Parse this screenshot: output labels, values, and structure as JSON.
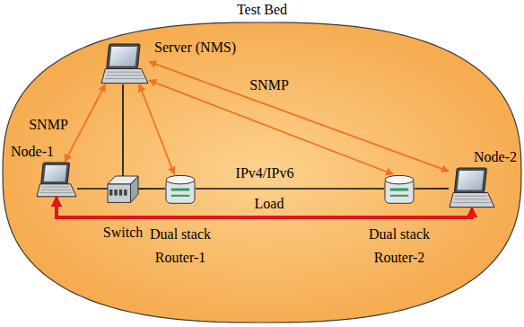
{
  "diagram": {
    "nodes": [
      {
        "text": [
          "Test Bed"
        ]
      },
      {
        "text": [
          "Server (NMS)"
        ],
        "in": 0
      },
      {
        "text": [
          "Node-1"
        ],
        "in": 0
      },
      {
        "text": [
          "Switch"
        ],
        "in": 0
      },
      {
        "text": [
          "Dual stack Router-1"
        ],
        "in": 0
      },
      {
        "text": [
          "Dual stack Router-2"
        ],
        "in": 0
      },
      {
        "text": [
          "Node-2"
        ],
        "in": 0
      }
    ],
    "edges": [
      {
        "from": 1,
        "to": 3,
        "arrow": "none"
      },
      {
        "from": 2,
        "to": 3,
        "arrow": "none"
      },
      {
        "from": 3,
        "to": 4,
        "arrow": "none"
      },
      {
        "from": 4,
        "to": 5,
        "arrow": "none",
        "label": "IPv4/IPv6"
      },
      {
        "from": 5,
        "to": 6,
        "arrow": "none"
      },
      {
        "from": 1,
        "to": 2,
        "arrow": "both",
        "label": "SNMP"
      },
      {
        "from": 1,
        "to": 4,
        "arrow": "both"
      },
      {
        "from": 1,
        "to": 5,
        "arrow": "both"
      },
      {
        "from": 1,
        "to": 6,
        "arrow": "both",
        "label": "SNMP"
      },
      {
        "from": 2,
        "to": 6,
        "arrow": "both",
        "label": "Load"
      }
    ]
  }
}
